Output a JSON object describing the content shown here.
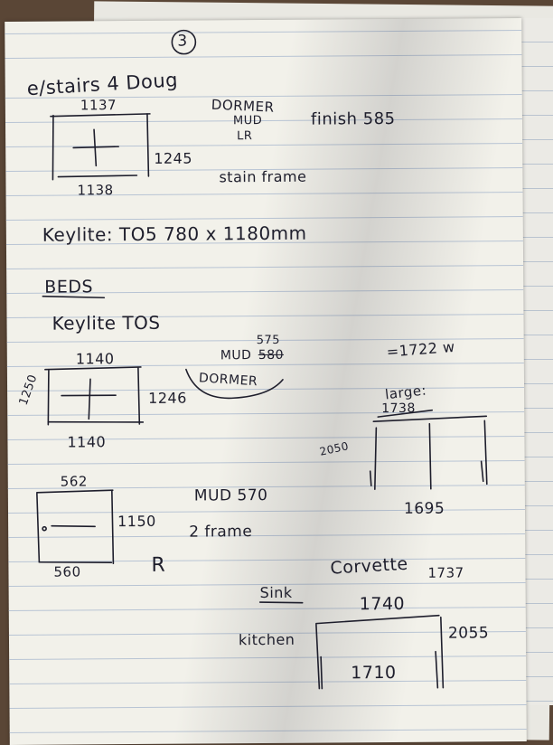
{
  "page_number": "3",
  "section1": {
    "heading": "e/stairs 4 Doug",
    "window": {
      "top_width": "1137",
      "bottom_width": "1138",
      "height": "1245"
    },
    "notes": [
      "DORMER",
      "MUD",
      "LR"
    ],
    "finish": "finish 585",
    "stain_frame": "stain frame",
    "keylite_line": "Keylite: TO5  780 x 1180mm"
  },
  "beds": {
    "heading": "BEDS",
    "keylite_line": "Keylite TOS",
    "window": {
      "top_width": "1140",
      "bottom_width": "1140",
      "left_height": "1250",
      "right_height": "1246"
    },
    "mud_label": "MUD",
    "mud_value_new": "575",
    "mud_value_struck": "580",
    "dormer_label": "DORMER",
    "total_width": "=1722 w",
    "large_label": "large:",
    "large": {
      "top_width": "1738",
      "height": "2050",
      "bottom_width": "1695"
    }
  },
  "small_window": {
    "top_width": "562",
    "height": "1150",
    "bottom_width": "560",
    "mud_note": "MUD 570",
    "frame_note": "2 frame",
    "side_letter": "R"
  },
  "kitchen": {
    "corvette_label": "Corvette",
    "corvette_value": "1737",
    "sink_label": "Sink",
    "room_label": "kitchen",
    "top_width": "1740",
    "height": "2055",
    "bottom_width": "1710"
  }
}
